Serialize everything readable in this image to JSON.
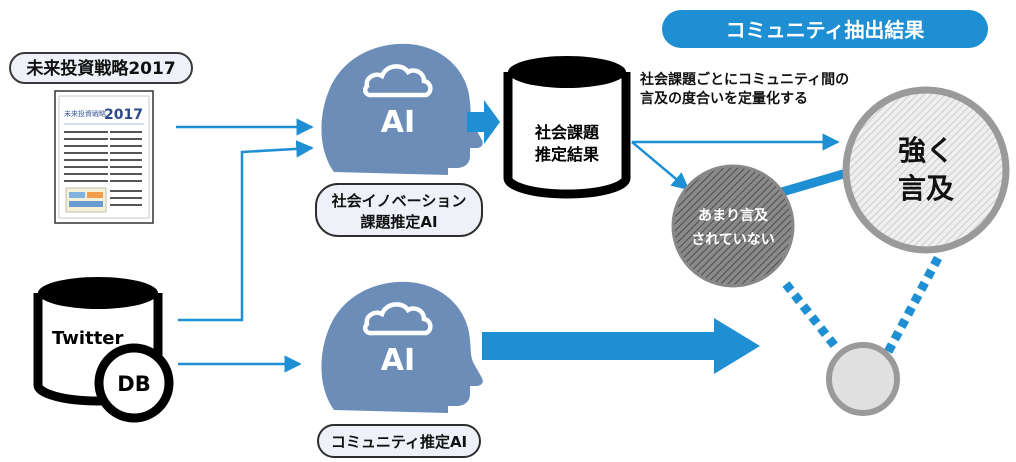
{
  "title_banner": "コミュニティ抽出結果",
  "document": {
    "label": "未来投資戦略2017",
    "thumbnail_title": "未来投資戦略",
    "thumbnail_year": "2017"
  },
  "twitter_db": {
    "label": "Twitter",
    "badge": "DB"
  },
  "ai_top": {
    "icon_text": "AI",
    "caption_line1": "社会イノベーション",
    "caption_line2": "課題推定AI"
  },
  "ai_bottom": {
    "icon_text": "AI",
    "caption": "コミュニティ推定AI"
  },
  "result_db": {
    "line1": "社会課題",
    "line2": "推定結果"
  },
  "note": {
    "line1": "社会課題ごとにコミュニティ間の",
    "line2": "言及の度合いを定量化する"
  },
  "nodes": {
    "strong_line1": "強く",
    "strong_line2": "言及",
    "weak_line1": "あまり言及",
    "weak_line2": "されていない"
  },
  "colors": {
    "banner": "#1e8fd2",
    "arrow": "#1e8fd2",
    "head": "#6b8db8",
    "pill_fill": "#eef2f8",
    "node_gray": "#9a9a9a",
    "node_light": "#e0e0e0"
  }
}
